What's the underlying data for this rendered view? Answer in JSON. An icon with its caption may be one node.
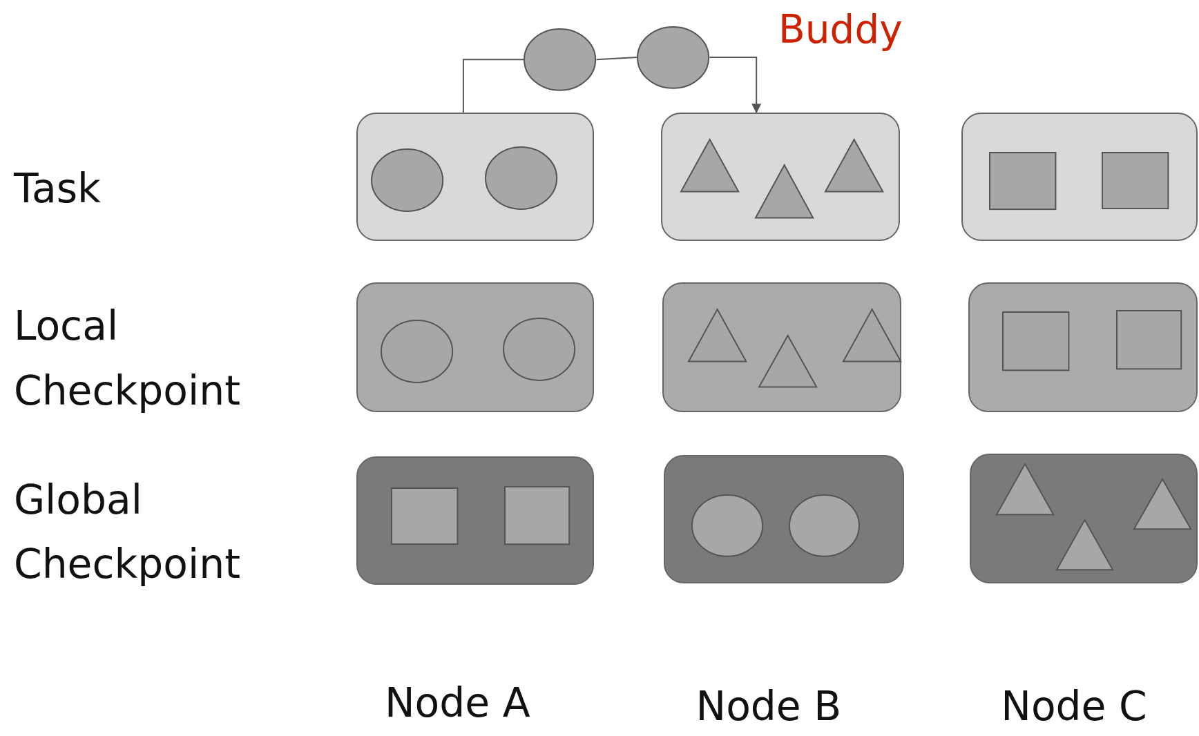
{
  "diagram": {
    "nodes": [
      {
        "text": [],
        "shape": "ellipse"
      },
      {
        "text": [],
        "shape": "ellipse"
      },
      {
        "text": [],
        "shape": "box"
      },
      {
        "text": [],
        "shape": "ellipse",
        "in": 2
      },
      {
        "text": [],
        "shape": "ellipse",
        "in": 2
      },
      {
        "text": [],
        "shape": "box"
      },
      {
        "text": [],
        "shape": "triangle",
        "in": 5
      },
      {
        "text": [],
        "shape": "triangle",
        "in": 5
      },
      {
        "text": [],
        "shape": "triangle",
        "in": 5
      },
      {
        "text": [],
        "shape": "box"
      },
      {
        "text": [],
        "shape": "square",
        "in": 9
      },
      {
        "text": [],
        "shape": "square",
        "in": 9
      },
      {
        "text": [],
        "shape": "box"
      },
      {
        "text": [],
        "shape": "ellipse",
        "in": 12
      },
      {
        "text": [],
        "shape": "ellipse",
        "in": 12
      },
      {
        "text": [],
        "shape": "box"
      },
      {
        "text": [],
        "shape": "triangle",
        "in": 15
      },
      {
        "text": [],
        "shape": "triangle",
        "in": 15
      },
      {
        "text": [],
        "shape": "triangle",
        "in": 15
      },
      {
        "text": [],
        "shape": "box"
      },
      {
        "text": [],
        "shape": "square",
        "in": 19
      },
      {
        "text": [],
        "shape": "square",
        "in": 19
      },
      {
        "text": [],
        "shape": "box"
      },
      {
        "text": [],
        "shape": "square",
        "in": 22
      },
      {
        "text": [],
        "shape": "square",
        "in": 22
      },
      {
        "text": [],
        "shape": "box"
      },
      {
        "text": [],
        "shape": "ellipse",
        "in": 25
      },
      {
        "text": [],
        "shape": "ellipse",
        "in": 25
      },
      {
        "text": [],
        "shape": "box"
      },
      {
        "text": [],
        "shape": "triangle",
        "in": 28
      },
      {
        "text": [],
        "shape": "triangle",
        "in": 28
      },
      {
        "text": [],
        "shape": "triangle",
        "in": 28
      }
    ],
    "edges": [
      {
        "from": 2,
        "to": 0,
        "arrow": "none"
      },
      {
        "from": 0,
        "to": 1,
        "arrow": "none"
      },
      {
        "from": 1,
        "to": 5,
        "arrow": "to"
      }
    ],
    "labels": [
      "Buddy",
      "Task",
      "Local Checkpoint",
      "Global Checkpoint",
      "Node A",
      "Node B",
      "Node C"
    ]
  }
}
